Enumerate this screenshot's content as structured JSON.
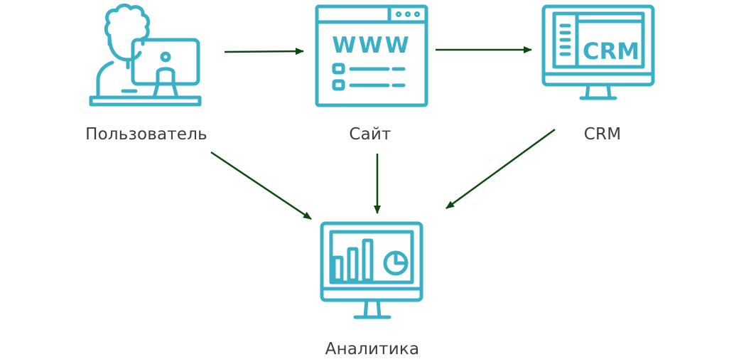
{
  "colors": {
    "icon": "#3ab0c7",
    "arrow": "#0e4a10",
    "label": "#3a3d41"
  },
  "nodes": {
    "user": {
      "label": "Пользователь",
      "icon": "user-at-computer-icon"
    },
    "site": {
      "label": "Сайт",
      "icon": "browser-window-icon",
      "icon_text": "WWW"
    },
    "crm": {
      "label": "CRM",
      "icon": "crm-monitor-icon",
      "icon_text": "CRM"
    },
    "analytics": {
      "label": "Аналитика",
      "icon": "analytics-monitor-icon"
    }
  },
  "edges": [
    {
      "from": "user",
      "to": "site"
    },
    {
      "from": "site",
      "to": "crm"
    },
    {
      "from": "user",
      "to": "analytics"
    },
    {
      "from": "site",
      "to": "analytics"
    },
    {
      "from": "crm",
      "to": "analytics"
    }
  ]
}
